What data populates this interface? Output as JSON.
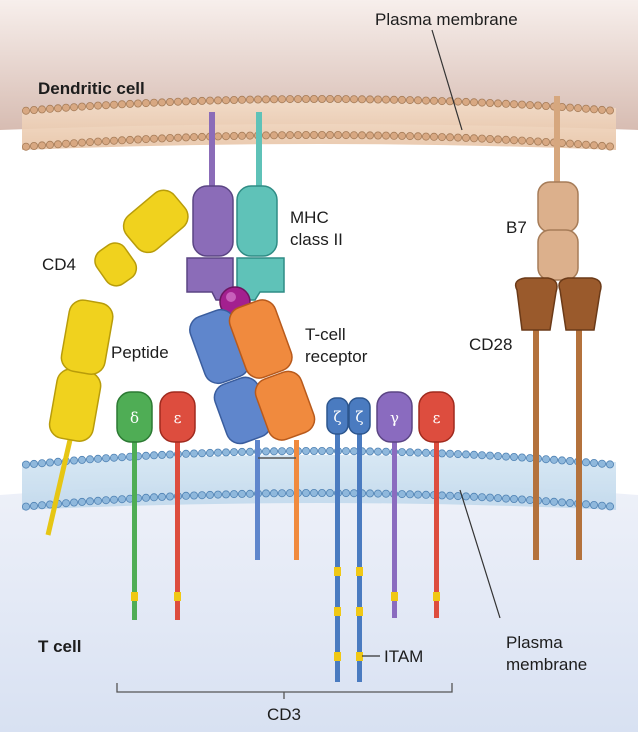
{
  "labels": {
    "plasma_membrane_top": "Plasma membrane",
    "dendritic_cell": "Dendritic cell",
    "t_cell": "T cell",
    "mhc_line1": "MHC",
    "mhc_line2": "class II",
    "cd4": "CD4",
    "b7": "B7",
    "cd28": "CD28",
    "peptide": "Peptide",
    "tcr_line1": "T-cell",
    "tcr_line2": "receptor",
    "itam": "ITAM",
    "plasma_membrane_bottom_line1": "Plasma",
    "plasma_membrane_bottom_line2": "membrane",
    "cd3": "CD3"
  },
  "chains": {
    "delta": "δ",
    "epsilon_left": "ε",
    "zeta_1": "ζ",
    "zeta_2": "ζ",
    "gamma": "γ",
    "epsilon_right": "ε"
  },
  "colors": {
    "dendritic_cytoplasm": "#dcc4bb",
    "t_cell_cytoplasm": "#e3e9f6",
    "dc_membrane": "#d8a882",
    "tc_membrane": "#8fb8dc",
    "mhc_alpha": "#8b6cb8",
    "mhc_beta": "#5fc2b8",
    "peptide": "#a3208f",
    "tcr_alpha": "#5f86cc",
    "tcr_beta": "#f08a3e",
    "cd4": "#f0d21e",
    "b7": "#dcb08c",
    "cd28": "#9a5a2c",
    "delta": "#4fad55",
    "epsilon": "#dd4d3e",
    "zeta": "#4a7bc0",
    "gamma": "#8a6bbf",
    "itam": "#f0c814"
  }
}
